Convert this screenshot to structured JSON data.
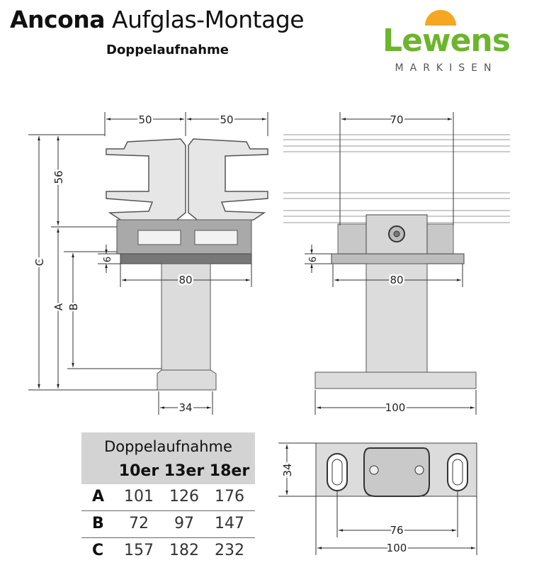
{
  "header": {
    "title_bold": "Ancona",
    "title_rest": "Aufglas-Montage",
    "subtitle": "Doppelaufnahme"
  },
  "logo": {
    "name": "Lewens",
    "tagline": "MARKISEN",
    "colors": {
      "green": "#6cb52d",
      "sun": "#f5a623",
      "gray": "#555555"
    }
  },
  "drawing_left": {
    "dim_top_left": "50",
    "dim_top_right": "50",
    "dim_56": "56",
    "dim_6": "6",
    "dim_80": "80",
    "dim_34": "34",
    "label_a": "A",
    "label_b": "B",
    "label_c": "C"
  },
  "drawing_right": {
    "dim_70": "70",
    "dim_6": "6",
    "dim_80": "80",
    "dim_100": "100"
  },
  "drawing_plate": {
    "dim_34": "34",
    "dim_76": "76",
    "dim_100": "100"
  },
  "table": {
    "title": "Doppelaufnahme",
    "columns": [
      "10er",
      "13er",
      "18er"
    ],
    "rows": [
      {
        "label": "A",
        "values": [
          "101",
          "126",
          "176"
        ]
      },
      {
        "label": "B",
        "values": [
          "72",
          "97",
          "147"
        ]
      },
      {
        "label": "C",
        "values": [
          "157",
          "182",
          "232"
        ]
      }
    ]
  }
}
